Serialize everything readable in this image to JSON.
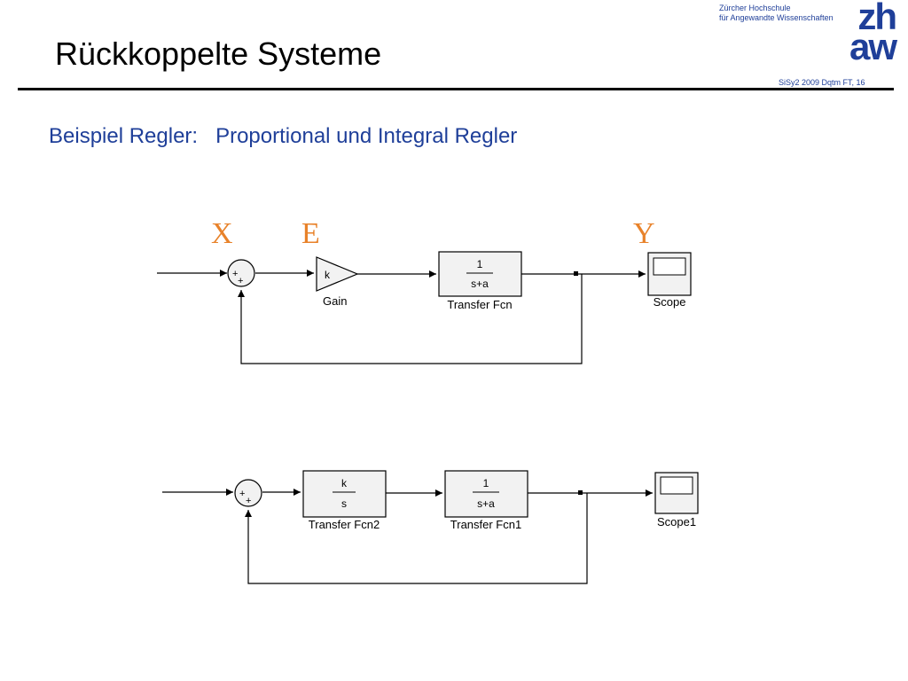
{
  "slide": {
    "title": "Rückkoppelte Systeme",
    "subtitle": "Beispiel Regler:   Proportional und Integral Regler",
    "institution_line1": "Zürcher Hochschule",
    "institution_line2": "für Angewandte Wissenschaften",
    "logo_line1": "zh",
    "logo_line2": "aw",
    "slide_info": "SiSy2 2009 Dqtm FT, 16"
  },
  "signals": {
    "x": "X",
    "e": "E",
    "y": "Y"
  },
  "diagram1": {
    "sum_sign1": "+",
    "sum_sign2": "+",
    "gain_symbol": "k",
    "gain_label": "Gain",
    "tf_num": "1",
    "tf_den": "s+a",
    "tf_label": "Transfer Fcn",
    "scope_label": "Scope"
  },
  "diagram2": {
    "sum_sign1": "+",
    "sum_sign2": "+",
    "tf2_num": "k",
    "tf2_den": "s",
    "tf2_label": "Transfer Fcn2",
    "tf1_num": "1",
    "tf1_den": "s+a",
    "tf1_label": "Transfer Fcn1",
    "scope_label": "Scope1"
  },
  "colors": {
    "accent": "#1f3f99",
    "signal": "#e8822a",
    "block_fill": "#f2f2f2"
  }
}
